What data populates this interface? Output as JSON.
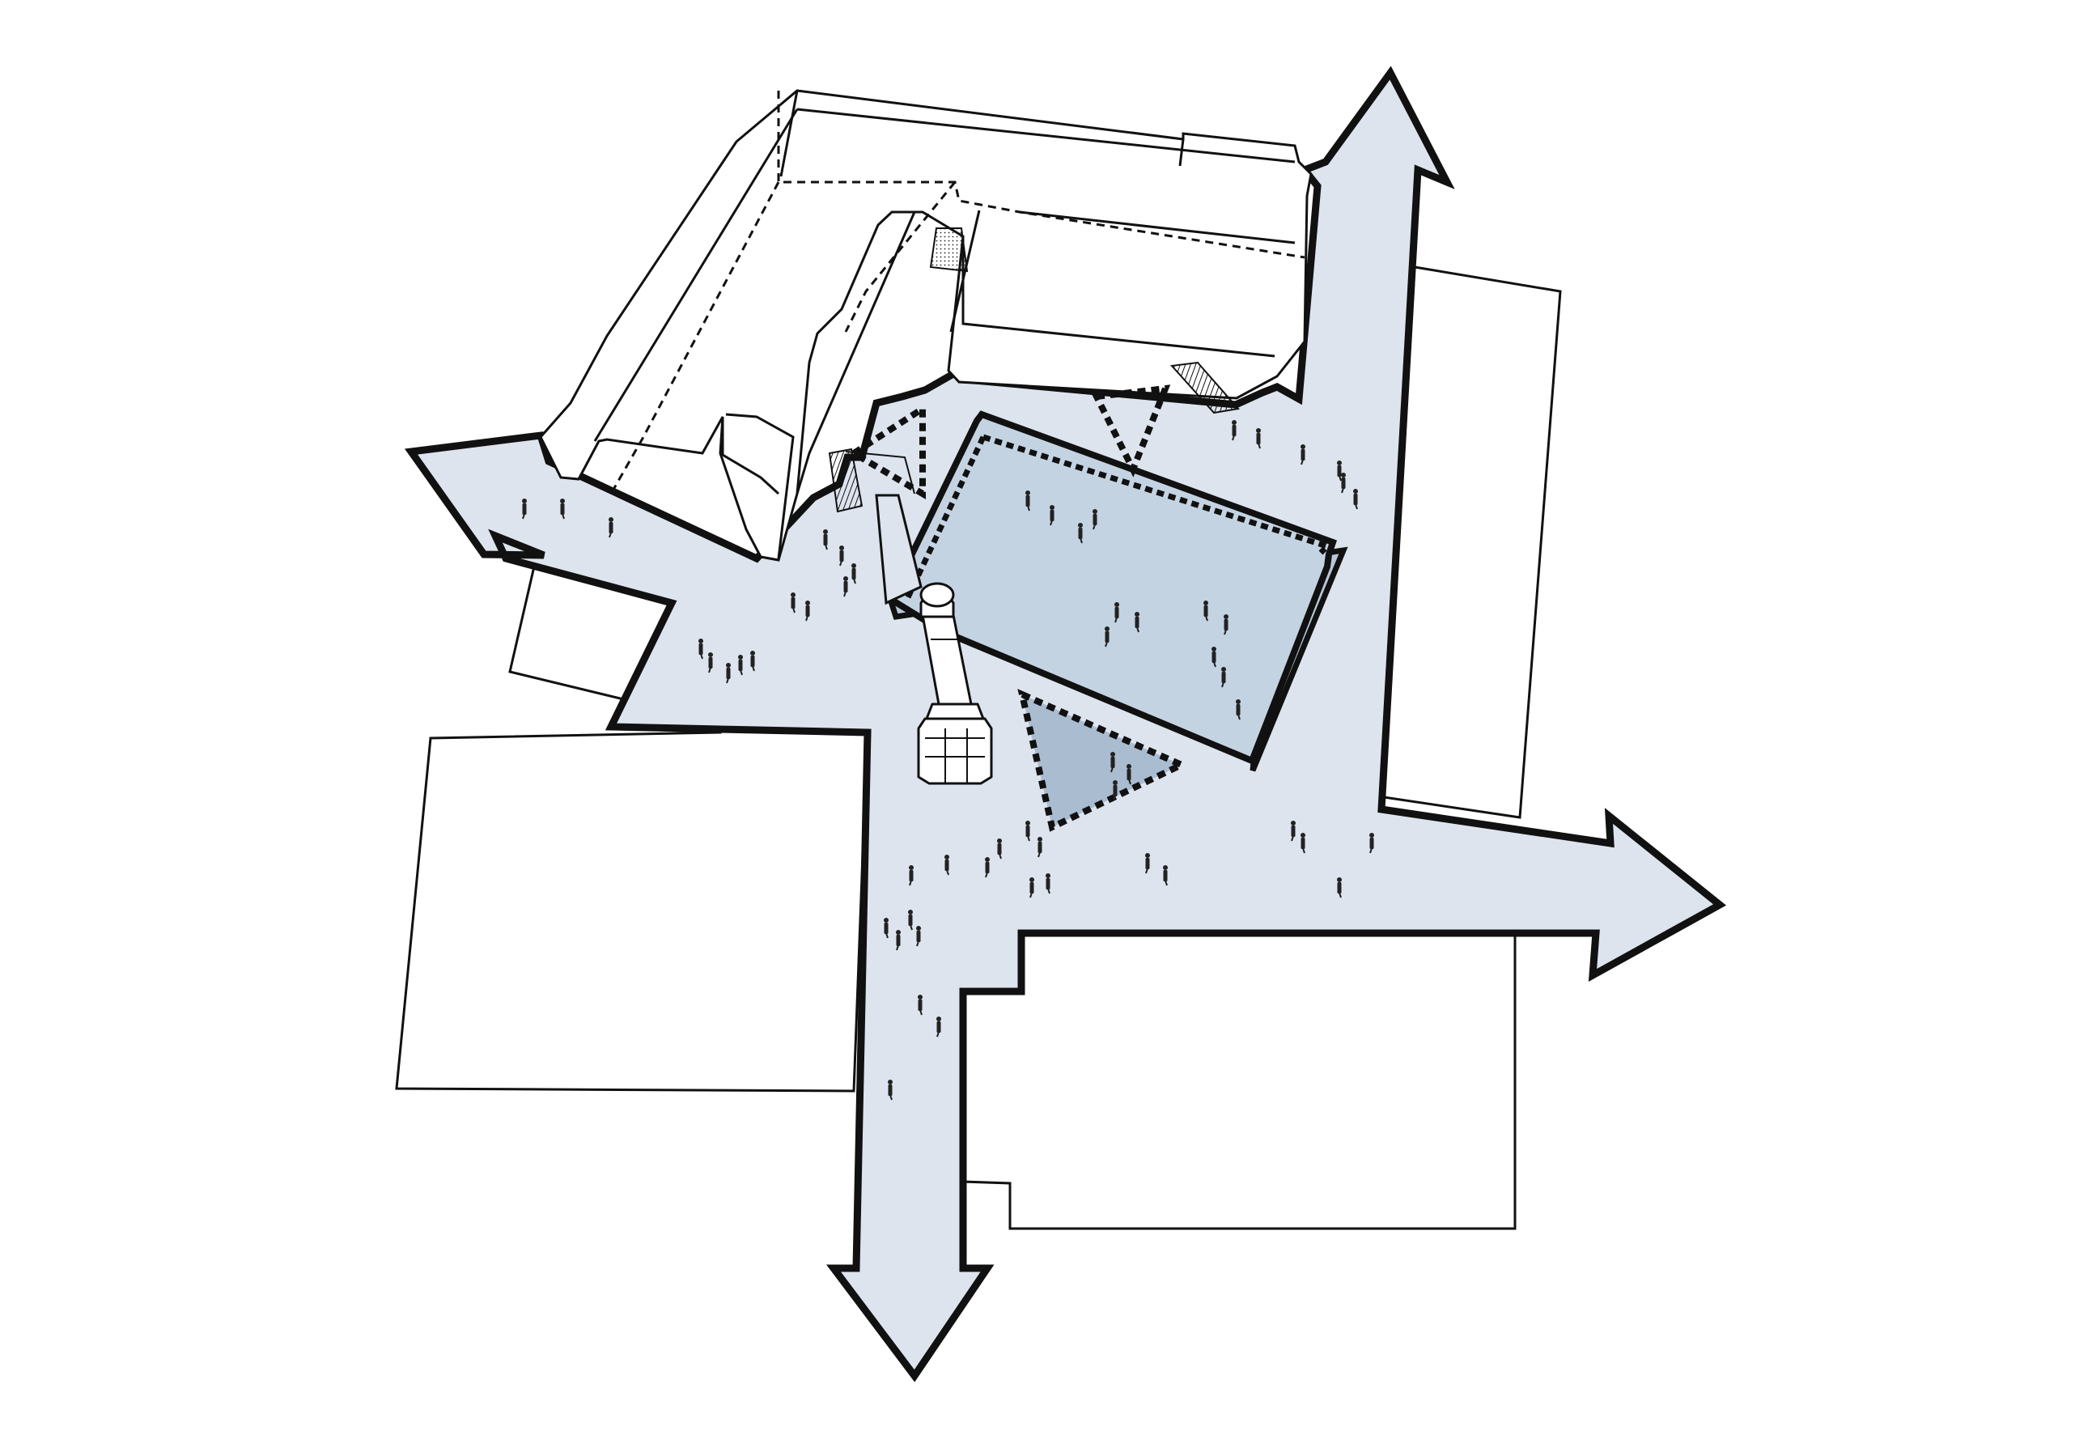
{
  "diagram": {
    "colors": {
      "background": "#ffffff",
      "circulation_fill": "#dde4ee",
      "platform_fill": "#c4d3e2",
      "shade_fill": "#a9bcd0",
      "line": "#111111"
    },
    "elements": [
      "circulation-arrows",
      "existing-buildings",
      "l-shaped-building",
      "raised-platform",
      "monument-column",
      "view-cones",
      "pedestrians"
    ],
    "arrow_directions": [
      "north",
      "east",
      "south",
      "west"
    ]
  }
}
